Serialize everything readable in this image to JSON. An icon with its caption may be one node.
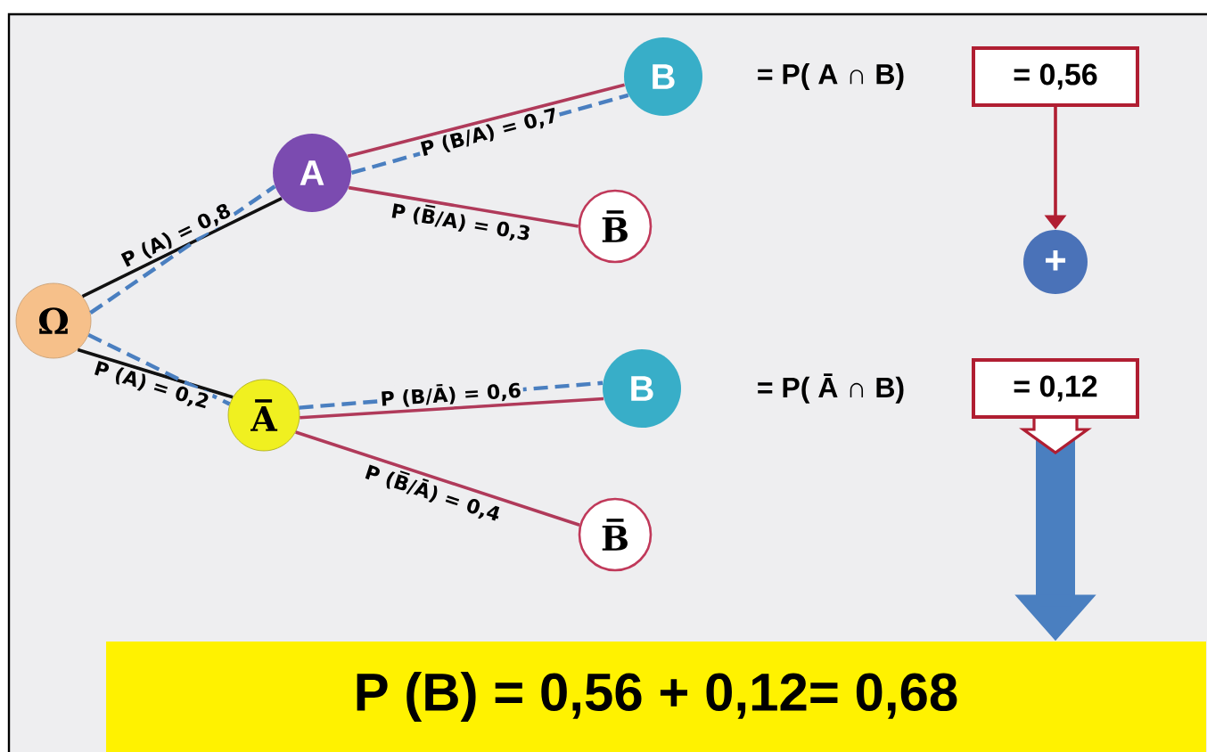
{
  "diagram": {
    "nodes": [
      {
        "text": [
          "Ω"
        ]
      },
      {
        "text": [
          "A"
        ]
      },
      {
        "text": [
          "A̅"
        ]
      },
      {
        "text": [
          "B"
        ]
      },
      {
        "text": [
          "B̅"
        ]
      },
      {
        "text": [
          "B"
        ]
      },
      {
        "text": [
          "B̅"
        ]
      },
      {
        "text": [
          "= 0,56"
        ]
      },
      {
        "text": [
          "= 0,12"
        ]
      },
      {
        "text": [
          "+"
        ]
      },
      {
        "text": [
          "P (B) = 0,56 + 0,12= 0,68"
        ]
      }
    ],
    "edges": [
      {
        "from": 0,
        "to": 1,
        "arrow": "none",
        "label": "P (A) = 0,8",
        "color": "#111111"
      },
      {
        "from": 0,
        "to": 2,
        "arrow": "none",
        "label": "P (A) = 0,2",
        "color": "#111111"
      },
      {
        "from": 1,
        "to": 3,
        "arrow": "none",
        "label": "P (B/A) = 0,7",
        "color": "#b03a5a"
      },
      {
        "from": 1,
        "to": 4,
        "arrow": "none",
        "label": "P (B̅/A) = 0,3",
        "color": "#b03a5a"
      },
      {
        "from": 2,
        "to": 5,
        "arrow": "none",
        "label": "P (B/Ā) = 0,6",
        "color": "#b03a5a"
      },
      {
        "from": 2,
        "to": 6,
        "arrow": "none",
        "label": "P (B̅/Ā) = 0,4",
        "color": "#b03a5a"
      },
      {
        "from": 0,
        "to": 1,
        "arrow": "none",
        "style": "dashed",
        "color": "#4a7fc0"
      },
      {
        "from": 1,
        "to": 3,
        "arrow": "none",
        "style": "dashed",
        "color": "#4a7fc0"
      },
      {
        "from": 0,
        "to": 2,
        "arrow": "none",
        "style": "dashed",
        "color": "#4a7fc0"
      },
      {
        "from": 2,
        "to": 5,
        "arrow": "none",
        "style": "dashed",
        "color": "#4a7fc0"
      },
      {
        "from": 7,
        "to": 9,
        "arrow": "to",
        "color": "#b01e32"
      },
      {
        "from": 8,
        "to": 10,
        "arrow": "to",
        "style": "thick",
        "color": "#4a7fc0"
      }
    ],
    "labels": [
      "= P( A ∩  B)",
      "= P( Ā ∩  B)"
    ]
  }
}
